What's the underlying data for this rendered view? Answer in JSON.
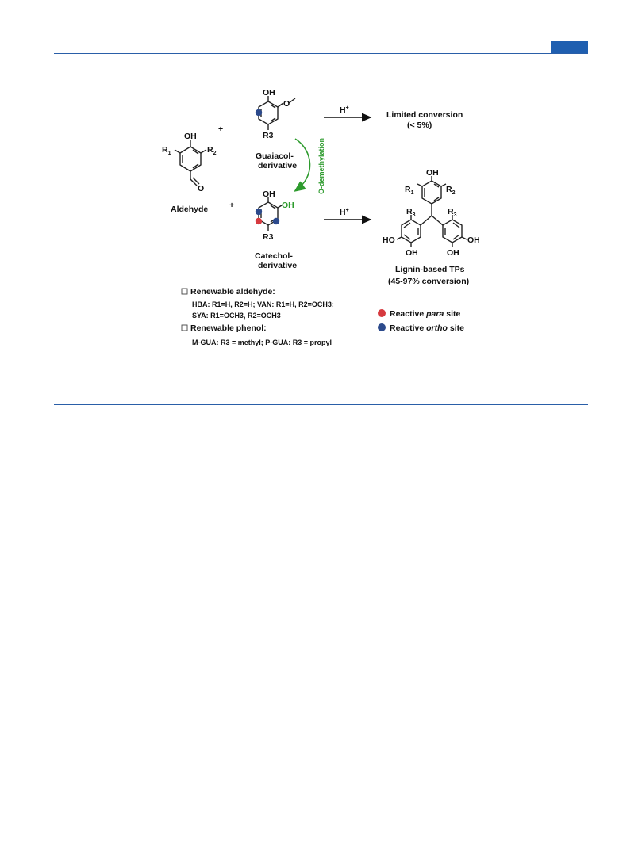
{
  "labels": {
    "aldehyde": "Aldehyde",
    "guaiacol_line1": "Guaiacol-",
    "guaiacol_line2": "derivative",
    "catechol_line1": "Catechol-",
    "catechol_line2": "derivative",
    "odemethylation": "O-demethylation",
    "acid": "H",
    "acid_sup": "+",
    "limited_line1": "Limited conversion",
    "limited_line2": "(< 5%)",
    "product_line1": "Lignin-based TPs",
    "product_line2": "(45-97% conversion)",
    "plus": "+"
  },
  "atoms": {
    "OH": "OH",
    "HO": "HO",
    "O": "O",
    "R1": "R",
    "R2": "R",
    "R3": "R3",
    "R3_sub": "R",
    "sub1": "1",
    "sub2": "2",
    "sub3": "3"
  },
  "legend": {
    "aldehyde_header": "Renewable aldehyde:",
    "aldehyde_line1": "HBA: R1=H, R2=H;    VAN: R1=H, R2=OCH3;",
    "aldehyde_line2": "SYA: R1=OCH3, R2=OCH3",
    "phenol_header": "Renewable phenol:",
    "phenol_line1": "M-GUA: R3 = methyl; P-GUA: R3 = propyl",
    "para_prefix": "Reactive ",
    "para_italic": "para",
    "para_suffix": " site",
    "ortho_prefix": "Reactive ",
    "ortho_italic": "ortho",
    "ortho_suffix": " site"
  },
  "colors": {
    "rule": "#2a5fa8",
    "tab": "#1f5fb0",
    "para_dot": "#d63a3f",
    "ortho_dot": "#2c4a8c",
    "demethylation_arrow": "#2e9b2e"
  }
}
